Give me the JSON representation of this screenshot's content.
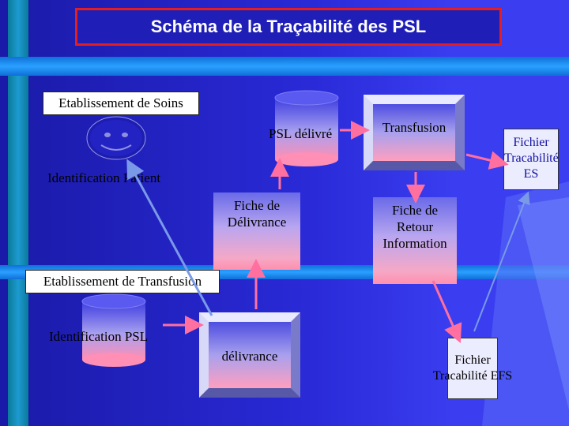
{
  "title": "Schéma de la Traçabilité des  PSL",
  "etablissement_soins": "Etablissement de Soins",
  "psl_delivre": "PSL délivré",
  "transfusion": "Transfusion",
  "fichier_es": [
    "Fichier",
    "Tracabilité",
    "ES"
  ],
  "identification_patient": "Identification Patient",
  "fiche_delivrance": [
    "Fiche de",
    "Délivrance"
  ],
  "fiche_retour": [
    "Fiche de",
    "Retour",
    "Information"
  ],
  "etablissement_transfusion": "Etablissement de Transfusion",
  "identification_psl": "Identification PSL",
  "delivrance": "délivrance",
  "fichier_efs": [
    "Fichier",
    "Tracabilité EFS"
  ],
  "colors": {
    "background": "#2a2ad8",
    "title_border": "#e41e1e",
    "arrow_pink": "#ff6fa0",
    "arrow_blue": "#7a9ae8"
  }
}
